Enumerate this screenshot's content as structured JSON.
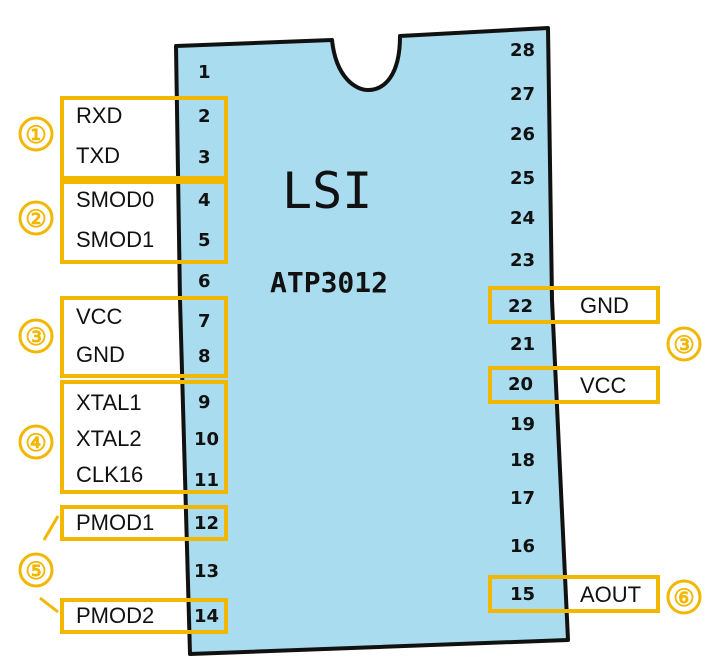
{
  "chip": {
    "title": "LSI",
    "part_number": "ATP3012"
  },
  "left_pins": [
    "1",
    "2",
    "3",
    "4",
    "5",
    "6",
    "7",
    "8",
    "9",
    "10",
    "11",
    "12",
    "13",
    "14"
  ],
  "right_pins": [
    "28",
    "27",
    "26",
    "25",
    "24",
    "23",
    "22",
    "21",
    "20",
    "19",
    "18",
    "17",
    "16",
    "15"
  ],
  "groups": {
    "g1": {
      "number": "①",
      "labels": [
        "RXD",
        "TXD"
      ]
    },
    "g2": {
      "number": "②",
      "labels": [
        "SMOD0",
        "SMOD1"
      ]
    },
    "g3_left": {
      "number": "③",
      "labels": [
        "VCC",
        "GND"
      ]
    },
    "g4": {
      "number": "④",
      "labels": [
        "XTAL1",
        "XTAL2",
        "CLK16"
      ]
    },
    "g5": {
      "number": "⑤",
      "labels": [
        "PMOD1",
        "PMOD2"
      ]
    },
    "g3_right": {
      "number": "③",
      "labels": [
        "GND",
        "VCC"
      ]
    },
    "g6": {
      "number": "⑥",
      "labels": [
        "AOUT"
      ]
    }
  },
  "colors": {
    "chip_fill": "#a8dcee",
    "chip_outline": "#111111",
    "accent": "#f2b700"
  }
}
